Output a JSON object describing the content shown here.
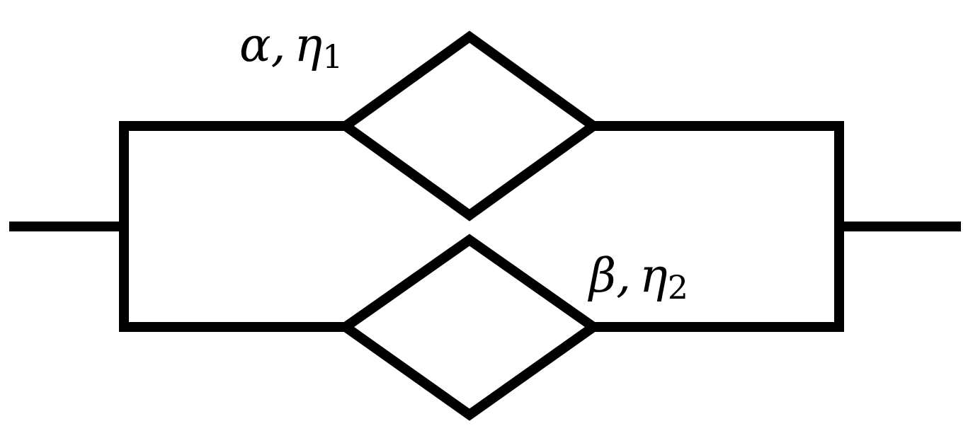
{
  "diagram": {
    "upper_branch": {
      "symbol": "α",
      "separator": ",",
      "param": "η",
      "param_subscript": "1"
    },
    "lower_branch": {
      "symbol": "β",
      "separator": ",",
      "param": "η",
      "param_subscript": "2"
    },
    "colors": {
      "line": "#000000",
      "background": "#ffffff"
    }
  }
}
